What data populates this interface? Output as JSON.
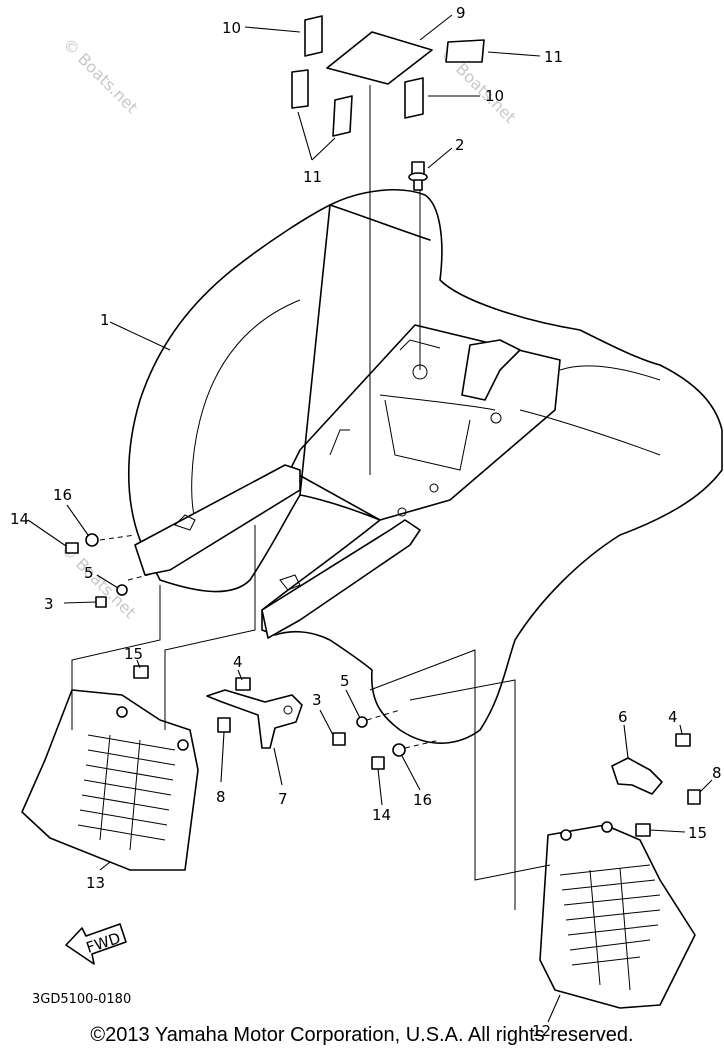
{
  "diagram": {
    "part_labels": {
      "p1": "1",
      "p2": "2",
      "p3a": "3",
      "p3b": "3",
      "p4a": "4",
      "p4b": "4",
      "p5a": "5",
      "p5b": "5",
      "p6": "6",
      "p7": "7",
      "p8a": "8",
      "p8b": "8",
      "p9": "9",
      "p10a": "10",
      "p10b": "10",
      "p11a": "11",
      "p11b": "11",
      "p12": "12",
      "p13": "13",
      "p14a": "14",
      "p14b": "14",
      "p15a": "15",
      "p15b": "15",
      "p16a": "16",
      "p16b": "16"
    },
    "fwd_label": "FWD",
    "drawing_code": "3GD5100-0180",
    "watermark": "© Boats.net"
  },
  "footer": {
    "copyright": "©2013 Yamaha Motor Corporation, U.S.A. All rights reserved."
  }
}
